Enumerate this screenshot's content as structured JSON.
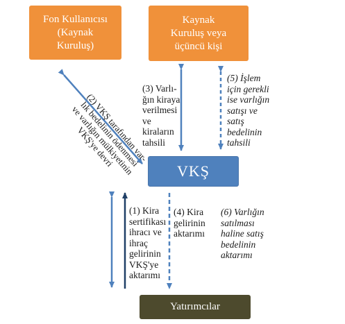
{
  "nodes": {
    "fon": "Fon Kullanıcısı\n(Kaynak\nKuruluş)",
    "kaynak": "Kaynak\nKuruluş veya\nüçüncü kişi",
    "vks": "VKŞ",
    "yatirimcilar": "Yatırımcılar"
  },
  "labels": {
    "step2": "(2) VKŞ tarafından var-\nlık bedelinin ödenmesi\nve varlığın mülkiyetinin\nVKŞ'ye devri",
    "step3": "(3) Varlı-\nğın kiraya\nverilmesi\nve\nkiraların\ntahsili",
    "step5": "(5) İşlem\niçin gerekli\nise varlığın\nsatışı ve\nsatış\nbedelinin\ntahsili",
    "step1": "(1) Kira\nsertifikası\nihracı ve\nihraç\ngelirinin\nVKŞ'ye\naktarımı",
    "step4": "(4) Kira\ngelirinin\naktarımı",
    "step6": "(6) Varlığın\nsatılması\nhaline satış\nbedelinin\naktarımı"
  },
  "colors": {
    "orange": "#f0913a",
    "blue_box": "#4f81bd",
    "dark_box": "#4d4a2d",
    "arrow": "#4f81bd",
    "arrow_dark": "#1f3f66"
  }
}
